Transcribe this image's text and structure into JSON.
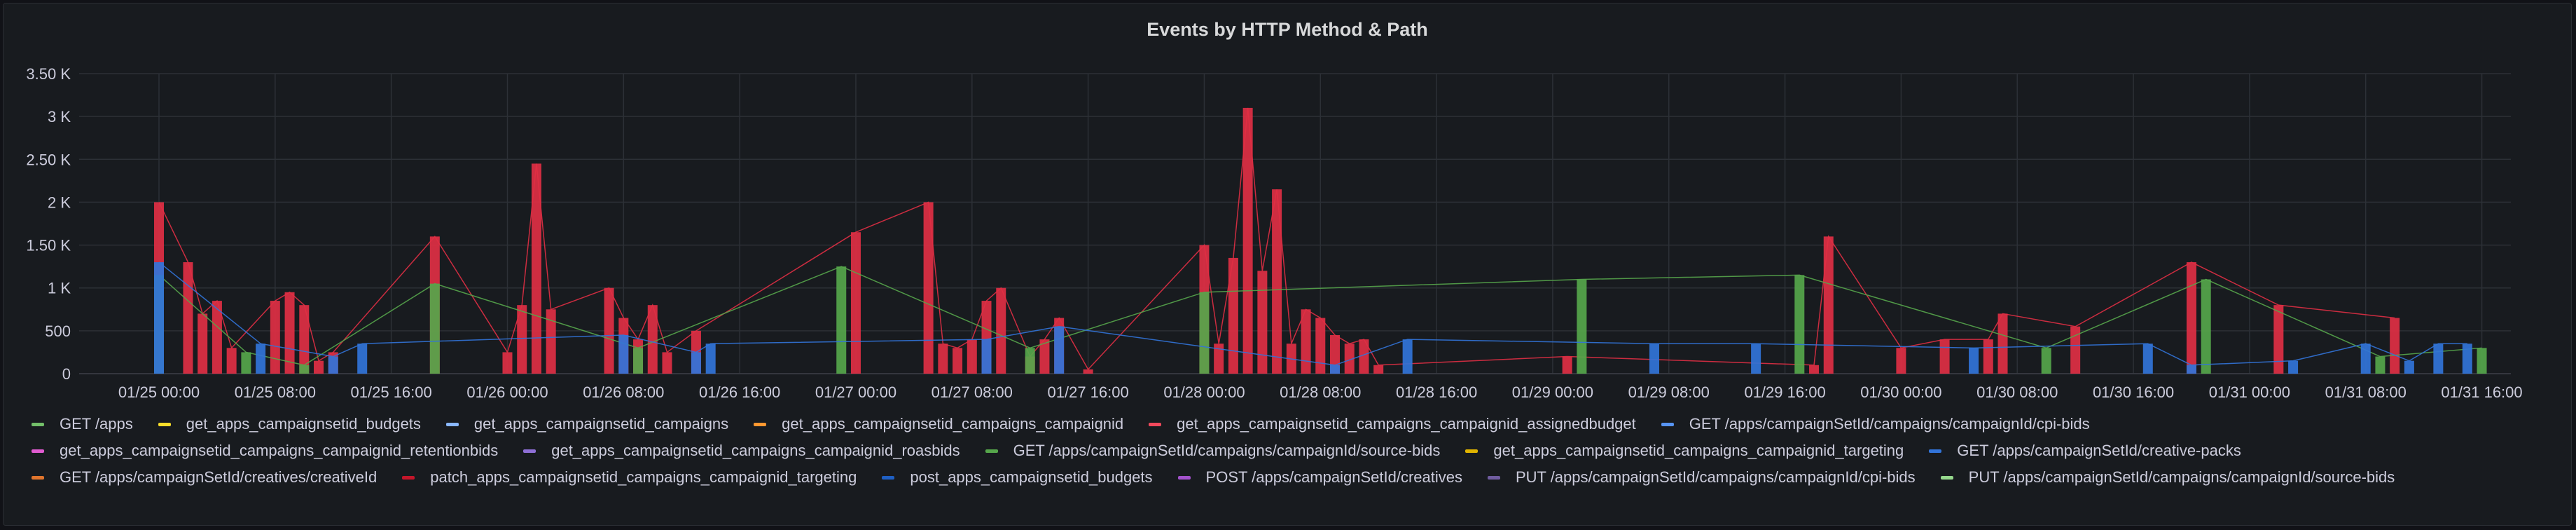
{
  "panel": {
    "title": "Events by HTTP Method & Path"
  },
  "chart_data": {
    "type": "bar",
    "title": "Events by HTTP Method & Path",
    "xlabel": "",
    "ylabel": "",
    "ylim": [
      0,
      3500
    ],
    "y_ticks": [
      0,
      500,
      1000,
      1500,
      2000,
      2500,
      3000,
      3500
    ],
    "y_tick_labels": [
      "0",
      "500",
      "1 K",
      "1.50 K",
      "2 K",
      "2.50 K",
      "3 K",
      "3.50 K"
    ],
    "x_range": [
      "01/24 18:30",
      "01/31 18:00"
    ],
    "x_tick_labels": [
      "01/25 00:00",
      "01/25 08:00",
      "01/25 16:00",
      "01/26 00:00",
      "01/26 08:00",
      "01/26 16:00",
      "01/27 00:00",
      "01/27 08:00",
      "01/27 16:00",
      "01/28 00:00",
      "01/28 08:00",
      "01/28 16:00",
      "01/29 00:00",
      "01/29 08:00",
      "01/29 16:00",
      "01/30 00:00",
      "01/30 08:00",
      "01/30 16:00",
      "01/31 00:00",
      "01/31 08:00",
      "01/31 16:00"
    ],
    "grid": true,
    "stacked": true,
    "legend_position": "bottom",
    "legend": [
      {
        "name": "GET /apps",
        "color": "#73bf69"
      },
      {
        "name": "get_apps_campaignsetid_budgets",
        "color": "#fade2a"
      },
      {
        "name": "get_apps_campaignsetid_campaigns",
        "color": "#8ab8ff"
      },
      {
        "name": "get_apps_campaignsetid_campaigns_campaignid",
        "color": "#ff9830"
      },
      {
        "name": "get_apps_campaignsetid_campaigns_campaignid_assignedbudget",
        "color": "#f2495c"
      },
      {
        "name": "GET /apps/campaignSetId/campaigns/campaignId/cpi-bids",
        "color": "#5794f2"
      },
      {
        "name": "get_apps_campaignsetid_campaigns_campaignid_retentionbids",
        "color": "#b877d9"
      },
      {
        "name": "get_apps_campaignsetid_campaigns_campaignid_roasbids",
        "color": "#705da0"
      },
      {
        "name": "GET /apps/campaignSetId/campaigns/campaignId/source-bids",
        "color": "#37872d"
      },
      {
        "name": "get_apps_campaignsetid_campaigns_campaignid_targeting",
        "color": "#e0b400"
      },
      {
        "name": "GET /apps/campaignSetId/creative-packs",
        "color": "#1f60c4"
      },
      {
        "name": "GET /apps/campaignSetId/creatives/creativeId",
        "color": "#c4162a"
      },
      {
        "name": "patch_apps_campaignsetid_campaigns_campaignid_targeting",
        "color": "#8f3bb8"
      },
      {
        "name": "post_apps_campaignsetid_budgets",
        "color": "#fa6400"
      },
      {
        "name": "POST /apps/campaignSetId/creatives",
        "color": "#ca95e5"
      },
      {
        "name": "PUT /apps/campaignSetId/campaigns/campaignId/cpi-bids",
        "color": "#8ab8ff"
      },
      {
        "name": "PUT /apps/campaignSetId/campaigns/campaignId/source-bids",
        "color": "#96d98d"
      }
    ],
    "legend_swatch_colors": [
      "#73bf69",
      "#fade2a",
      "#8ab8ff",
      "#ff9830",
      "#f2495c",
      "#5794f2",
      "#e05bd0",
      "#8e6fd6",
      "#56a64b",
      "#e0b400",
      "#3274d9",
      "#e0752d",
      "#c4162a",
      "#1f60c4",
      "#a352cc",
      "#705da0",
      "#96d98d"
    ],
    "series_fill_colors": {
      "get_a": "#e02f44",
      "source_bids": "#56a64b",
      "cpi_bids": "#3274d9",
      "other": "#8e6fd6",
      "base": "#cccccc"
    },
    "series": [
      {
        "name": "get_apps_campaignsetid_campaigns_campaignid_assignedbudget",
        "key": "get_a",
        "x": [
          "01/25 00:00",
          "01/25 02:00",
          "01/25 03:00",
          "01/25 04:00",
          "01/25 05:00",
          "01/25 08:00",
          "01/25 09:00",
          "01/25 10:00",
          "01/25 11:00",
          "01/25 12:00",
          "01/25 19:00",
          "01/26 00:00",
          "01/26 01:00",
          "01/26 02:00",
          "01/26 03:00",
          "01/26 07:00",
          "01/26 08:00",
          "01/26 09:00",
          "01/26 10:00",
          "01/26 11:00",
          "01/26 13:00",
          "01/27 00:00",
          "01/27 05:00",
          "01/27 06:00",
          "01/27 07:00",
          "01/27 08:00",
          "01/27 09:00",
          "01/27 10:00",
          "01/27 12:00",
          "01/27 13:00",
          "01/27 14:00",
          "01/27 16:00",
          "01/28 00:00",
          "01/28 01:00",
          "01/28 02:00",
          "01/28 03:00",
          "01/28 04:00",
          "01/28 05:00",
          "01/28 06:00",
          "01/28 07:00",
          "01/28 08:00",
          "01/28 09:00",
          "01/28 10:00",
          "01/28 11:00",
          "01/28 12:00",
          "01/29 01:00",
          "01/29 18:00",
          "01/29 19:00",
          "01/30 00:00",
          "01/30 03:00",
          "01/30 06:00",
          "01/30 07:00",
          "01/30 12:00",
          "01/30 20:00",
          "01/31 02:00",
          "01/31 10:00"
        ],
        "values": [
          2000,
          1300,
          700,
          850,
          300,
          850,
          950,
          800,
          150,
          250,
          1600,
          250,
          800,
          2450,
          750,
          1000,
          650,
          400,
          800,
          250,
          500,
          1650,
          2000,
          350,
          300,
          400,
          850,
          1000,
          200,
          400,
          650,
          50,
          1500,
          350,
          1350,
          3100,
          1200,
          2150,
          350,
          750,
          650,
          450,
          350,
          400,
          100,
          200,
          100,
          1600,
          300,
          400,
          400,
          700,
          550,
          1300,
          800,
          650
        ]
      },
      {
        "name": "GET /apps/campaignSetId/campaigns/campaignId/source-bids",
        "key": "source_bids",
        "x": [
          "01/25 00:00",
          "01/25 06:00",
          "01/25 10:00",
          "01/25 19:00",
          "01/26 09:00",
          "01/26 23:00",
          "01/27 12:00",
          "01/28 00:00",
          "01/29 02:00",
          "01/29 17:00",
          "01/30 10:00",
          "01/30 21:00",
          "01/31 09:00",
          "01/31 16:00"
        ],
        "values": [
          1150,
          250,
          100,
          1050,
          300,
          1250,
          300,
          950,
          1100,
          1150,
          300,
          1100,
          200,
          300
        ]
      },
      {
        "name": "GET /apps/campaignSetId/campaigns/campaignId/cpi-bids",
        "key": "cpi_bids",
        "x": [
          "01/25 00:00",
          "01/25 07:00",
          "01/25 12:00",
          "01/25 14:00",
          "01/26 08:00",
          "01/26 13:00",
          "01/26 14:00",
          "01/27 09:00",
          "01/27 14:00",
          "01/28 09:00",
          "01/28 14:00",
          "01/29 07:00",
          "01/29 14:00",
          "01/30 05:00",
          "01/30 17:00",
          "01/30 20:00",
          "01/31 03:00",
          "01/31 08:00",
          "01/31 11:00",
          "01/31 13:00",
          "01/31 15:00"
        ],
        "values": [
          1300,
          350,
          200,
          350,
          450,
          250,
          350,
          400,
          550,
          100,
          400,
          350,
          350,
          300,
          350,
          100,
          150,
          350,
          150,
          350,
          350
        ]
      }
    ]
  }
}
